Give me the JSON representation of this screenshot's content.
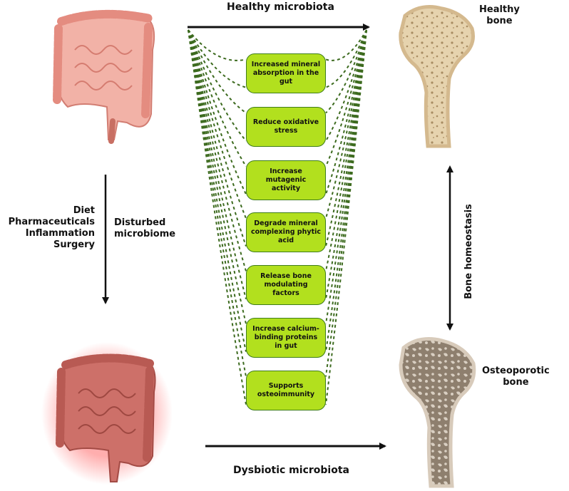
{
  "labels": {
    "healthy_microbiota": "Healthy microbiota",
    "dysbiotic_microbiota": "Dysbiotic microbiota",
    "healthy_bone": "Healthy\nbone",
    "osteoporotic_bone": "Osteoporotic\nbone",
    "bone_homeostasis": "Bone homeostasis",
    "disturbed_microbiome": "Disturbed\nmicrobiome"
  },
  "factors": [
    "Diet",
    "Pharmaceuticals",
    "Inflammation",
    "Surgery"
  ],
  "mechanisms": [
    "Increased mineral absorption in the gut",
    "Reduce oxidative stress",
    "Increase mutagenic activity",
    "Degrade mineral complexing phytic acid",
    "Release bone modulating factors",
    "Increase calcium-binding proteins in gut",
    "Supports osteoimmunity"
  ],
  "icons": {
    "healthy_gut": "healthy-intestine-icon",
    "dysbiotic_gut": "inflamed-intestine-icon",
    "healthy_bone": "healthy-femur-icon",
    "osteoporotic_bone": "osteoporotic-femur-icon"
  },
  "colors": {
    "mechanism_box_fill": "#b2e01e",
    "mechanism_box_border": "#3f7d1a",
    "dashed_lines": "#3d6b1f",
    "arrows": "#111111",
    "gut_healthy": "#f0a49a",
    "gut_inflamed": "#c9625a",
    "bone_healthy": "#e8d6b4",
    "bone_osteo": "#cbbfb0"
  }
}
